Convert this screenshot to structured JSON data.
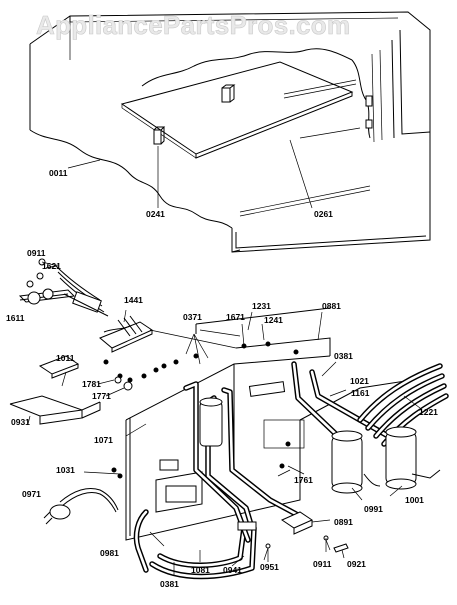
{
  "watermark": "AppliancePartsPros.com",
  "callouts": [
    {
      "id": "c0011",
      "text": "0011"
    },
    {
      "id": "c0241",
      "text": "0241"
    },
    {
      "id": "c0261",
      "text": "0261"
    },
    {
      "id": "c0911a",
      "text": "0911"
    },
    {
      "id": "c1621",
      "text": "1621"
    },
    {
      "id": "c1611",
      "text": "1611"
    },
    {
      "id": "c1441",
      "text": "1441"
    },
    {
      "id": "c0371",
      "text": "0371"
    },
    {
      "id": "c1671",
      "text": "1671"
    },
    {
      "id": "c1231",
      "text": "1231"
    },
    {
      "id": "c1241",
      "text": "1241"
    },
    {
      "id": "c0881",
      "text": "0881"
    },
    {
      "id": "c1011",
      "text": "1011"
    },
    {
      "id": "c0381a",
      "text": "0381"
    },
    {
      "id": "c1781",
      "text": "1781"
    },
    {
      "id": "c1771",
      "text": "1771"
    },
    {
      "id": "c1021",
      "text": "1021"
    },
    {
      "id": "c1161",
      "text": "1161"
    },
    {
      "id": "c1221",
      "text": "1221"
    },
    {
      "id": "c0931",
      "text": "0931"
    },
    {
      "id": "c1071",
      "text": "1071"
    },
    {
      "id": "c1031",
      "text": "1031"
    },
    {
      "id": "c1761",
      "text": "1761"
    },
    {
      "id": "c0971",
      "text": "0971"
    },
    {
      "id": "c0991",
      "text": "0991"
    },
    {
      "id": "c1001",
      "text": "1001"
    },
    {
      "id": "c0891",
      "text": "0891"
    },
    {
      "id": "c0981",
      "text": "0981"
    },
    {
      "id": "c0911b",
      "text": "0911"
    },
    {
      "id": "c0921",
      "text": "0921"
    },
    {
      "id": "c0951",
      "text": "0951"
    },
    {
      "id": "c0381b",
      "text": "0381"
    },
    {
      "id": "c1081",
      "text": "1081"
    },
    {
      "id": "c0941",
      "text": "0941"
    }
  ]
}
